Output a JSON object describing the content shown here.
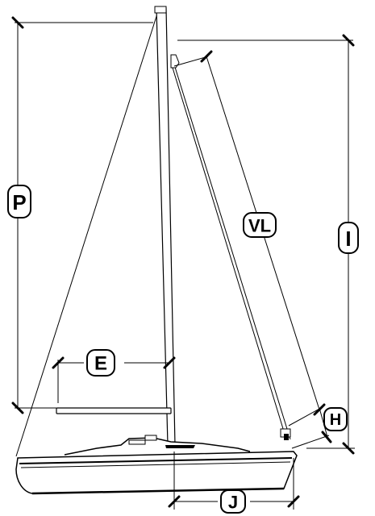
{
  "labels": {
    "p": "P",
    "i": "I",
    "vl": "VL",
    "e": "E",
    "h": "H",
    "j": "J"
  }
}
